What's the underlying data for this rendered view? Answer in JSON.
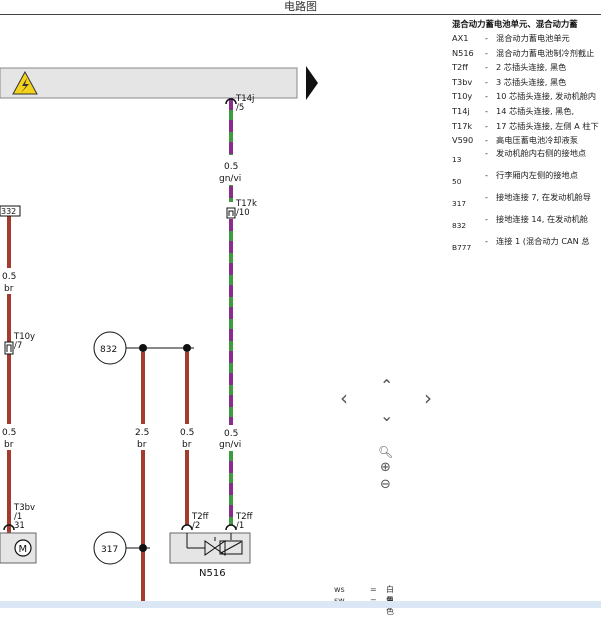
{
  "title": "电路图",
  "legend": {
    "heading": "混合动力蓄电池单元、混合动力蓄",
    "rows": [
      {
        "code": "AX1",
        "dash": "-",
        "desc": "混合动力蓄电池单元"
      },
      {
        "code": "N516",
        "dash": "-",
        "desc": "混合动力蓄电池制冷剂截止"
      },
      {
        "code": "T2ff",
        "dash": "-",
        "desc": "2 芯插头连接, 黑色"
      },
      {
        "code": "T3bv",
        "dash": "-",
        "desc": "3 芯插头连接, 黑色"
      },
      {
        "code": "T10y",
        "dash": "-",
        "desc": "10 芯插头连接, 发动机舱内"
      },
      {
        "code": "T14j",
        "dash": "-",
        "desc": "14 芯插头连接, 黑色,"
      },
      {
        "code": "T17k",
        "dash": "-",
        "desc": "17 芯插头连接, 左侧 A 柱下"
      },
      {
        "code": "V590",
        "dash": "-",
        "desc": "高电压蓄电池冷却液泵"
      },
      {
        "code": "13",
        "dash": "-",
        "desc": "发动机舱内右侧的接地点"
      },
      {
        "code": "50",
        "dash": "-",
        "desc": "行李厢内左侧的接地点"
      },
      {
        "code": "317",
        "dash": "-",
        "desc": "接地连接 7, 在发动机舱导"
      },
      {
        "code": "832",
        "dash": "-",
        "desc": "接地连接 14, 在发动机舱"
      },
      {
        "code": "B777",
        "dash": "-",
        "desc": "连接 1 (混合动力 CAN 总"
      }
    ]
  },
  "diagram": {
    "connectors": {
      "t14j": "T14j",
      "t14j_pin": "/5",
      "t17k": "T17k",
      "t17k_pin": "/10",
      "t10y": "T10y",
      "t10y_pin": "/7",
      "t3bv": "T3bv",
      "t3bv_pin": "/1",
      "t3bv_num": "31",
      "t2ff_a": "T2ff",
      "t2ff_a_pin": "/2",
      "t2ff_b": "T2ff",
      "t2ff_b_pin": "/1",
      "box332": "332"
    },
    "wires": {
      "w1_size": "0.5",
      "w1_color": "gn/vi",
      "w2_size": "0.5",
      "w2_color": "br",
      "w3_size": "0.5",
      "w3_color": "br",
      "w4_size": "2.5",
      "w4_color": "br",
      "w5_size": "0.5",
      "w5_color": "br",
      "w6_size": "0.5",
      "w6_color": "gn/vi"
    },
    "ground_832": "832",
    "ground_317": "317",
    "component_n516": "N516",
    "colors": {
      "wire_brown": "#a33b2e",
      "wire_green": "#3f9b3f",
      "wire_violet": "#8a2c8e",
      "hv_bar": "#e5e5e5",
      "hv_bolt": "#f2d21a"
    }
  },
  "navigation": {
    "up": "⌃",
    "down": "⌄",
    "left": "‹",
    "right": "›",
    "zoom_fit": "🔍︎",
    "zoom_in": "⊕",
    "zoom_out": "⊖"
  },
  "wire_colors": [
    {
      "abbr": "ws",
      "eq": "=",
      "name": "白色"
    },
    {
      "abbr": "sw",
      "eq": "=",
      "name": "黑色"
    }
  ]
}
